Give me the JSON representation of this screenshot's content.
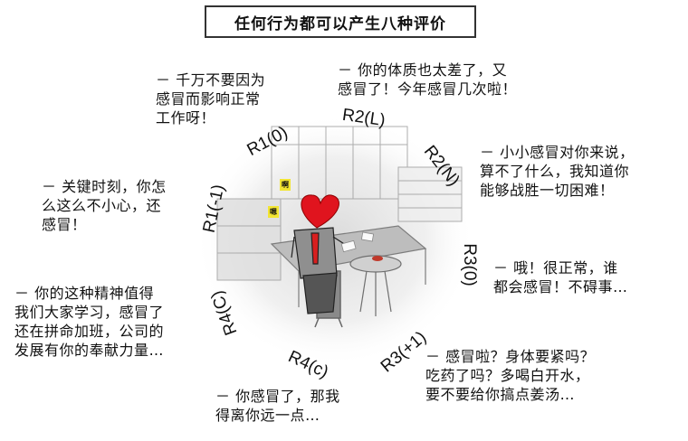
{
  "title": "任何行为都可以产生八种评价",
  "quotes": {
    "r1_0": "－ 千万不要因为\n感冒而影响正常\n工作呀！",
    "r2_l": "－ 你的体质也太差了，又\n感冒了！今年感冒几次啦！",
    "r2_n": "－ 小小感冒对你来说，\n算不了什么，我知道你\n能够战胜一切困难！",
    "r1_neg1": "－ 关键时刻，你怎\n么这么不小心，还\n感冒！",
    "r3_0": "－ 哦！很正常，谁\n都会感冒！不碍事…",
    "r4c_left": "－ 你的这种精神值得\n我们大家学习，感冒了\n还在拼命加班，公司的\n发展有你的奉献力量…",
    "r3_plus1": "－ 感冒啦？身体要紧吗？\n吃药了吗？多喝白开水，\n要不要给你搞点姜汤…",
    "r4c_bottom": "－ 你感冒了，那我\n得离你远一点…"
  },
  "labels": {
    "r1_0": "R1(0)",
    "r2_l": "R2(L)",
    "r2_n": "R2(N)",
    "r1_neg1": "R1(-1)",
    "r3_0": "R3(0)",
    "r4c_left": "R4(C)",
    "r3_plus1": "R3(+1)",
    "r4c_bottom": "R4(c)"
  },
  "scene_tags": {
    "a": "啊",
    "b": "嗯"
  },
  "colors": {
    "heart": "#e0141e",
    "tie": "#d81f1f",
    "tag_bg": "#f2e533",
    "cup": "#c0392b"
  }
}
